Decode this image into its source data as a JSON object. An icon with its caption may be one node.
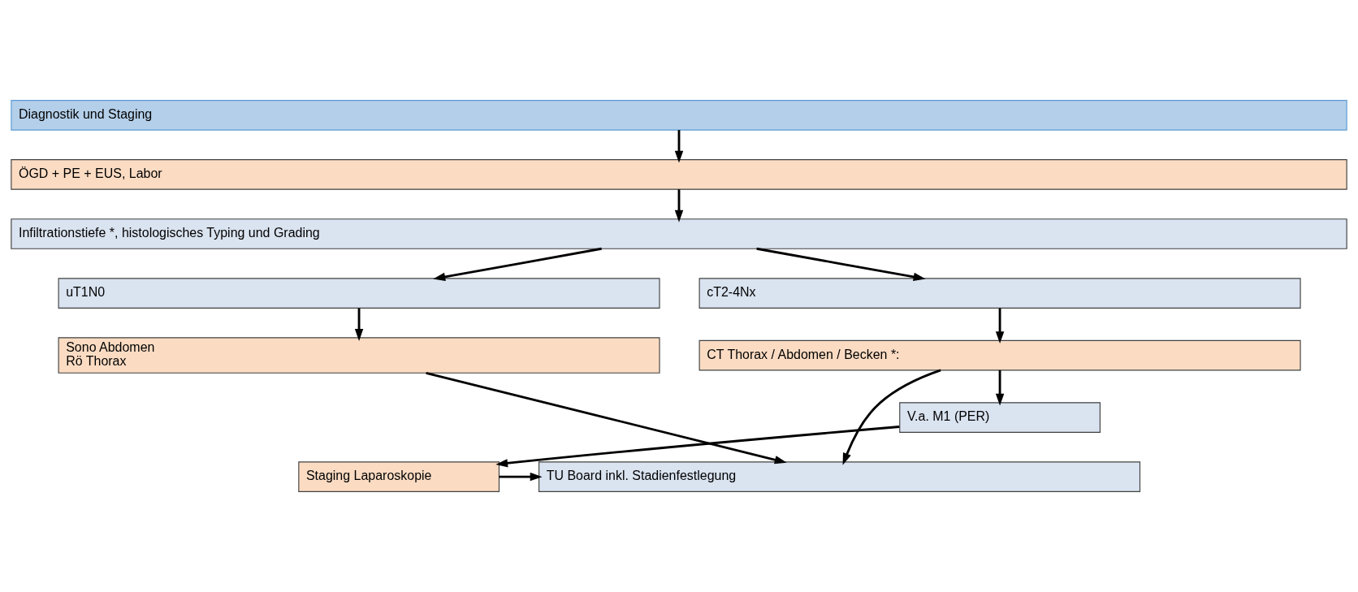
{
  "diagram": {
    "nodes": [
      {
        "text": [
          "Diagnostik und Staging"
        ]
      },
      {
        "text": [
          "ÖGD + PE + EUS, Labor"
        ]
      },
      {
        "text": [
          "Infiltrationstiefe *, histologisches Typing und Grading"
        ]
      },
      {
        "text": [
          "uT1N0"
        ]
      },
      {
        "text": [
          "cT2-4Nx"
        ]
      },
      {
        "text": [
          "Sono Abdomen",
          "Rö Thorax"
        ]
      },
      {
        "text": [
          "CT Thorax / Abdomen / Becken *:"
        ]
      },
      {
        "text": [
          "V.a. M1 (PER)"
        ]
      },
      {
        "text": [
          "Staging Laparoskopie"
        ]
      },
      {
        "text": [
          "TU Board inkl. Stadienfestlegung"
        ]
      }
    ],
    "edges": [
      {
        "from": 0,
        "to": 1,
        "arrow": "to"
      },
      {
        "from": 1,
        "to": 2,
        "arrow": "to"
      },
      {
        "from": 2,
        "to": 3,
        "arrow": "to"
      },
      {
        "from": 2,
        "to": 4,
        "arrow": "to"
      },
      {
        "from": 3,
        "to": 5,
        "arrow": "to"
      },
      {
        "from": 4,
        "to": 6,
        "arrow": "to"
      },
      {
        "from": 5,
        "to": 9,
        "arrow": "to"
      },
      {
        "from": 6,
        "to": 9,
        "arrow": "to"
      },
      {
        "from": 6,
        "to": 7,
        "arrow": "to"
      },
      {
        "from": 7,
        "to": 8,
        "arrow": "to"
      },
      {
        "from": 8,
        "to": 9,
        "arrow": "to"
      }
    ]
  }
}
